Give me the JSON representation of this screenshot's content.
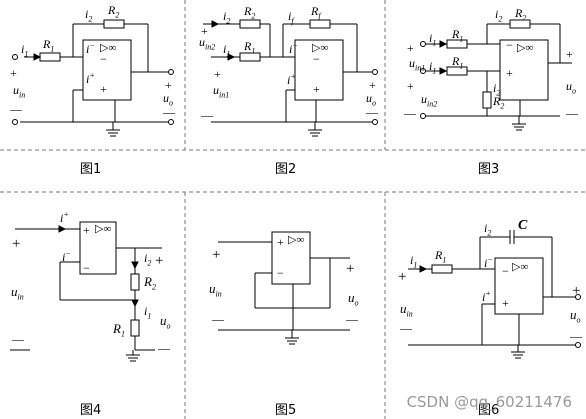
{
  "figures": [
    {
      "id": "fig1",
      "caption": "图1"
    },
    {
      "id": "fig2",
      "caption": "图2"
    },
    {
      "id": "fig3",
      "caption": "图3"
    },
    {
      "id": "fig4",
      "caption": "图4"
    },
    {
      "id": "fig5",
      "caption": "图5"
    },
    {
      "id": "fig6",
      "caption": "图6"
    }
  ],
  "opamp_symbol": "▷∞",
  "labels": {
    "plus": "+",
    "minus": "−",
    "dash": "—",
    "R1": "R",
    "R2": "R",
    "Rf": "R",
    "C": "C",
    "i": "i",
    "u": "u"
  },
  "subs": {
    "one": "1",
    "two": "2",
    "in": "in",
    "in1": "in1",
    "in2": "in2",
    "o": "o",
    "f": "f",
    "plus": "+",
    "minus": "−"
  },
  "watermark": "CSDN @qq_60211476"
}
